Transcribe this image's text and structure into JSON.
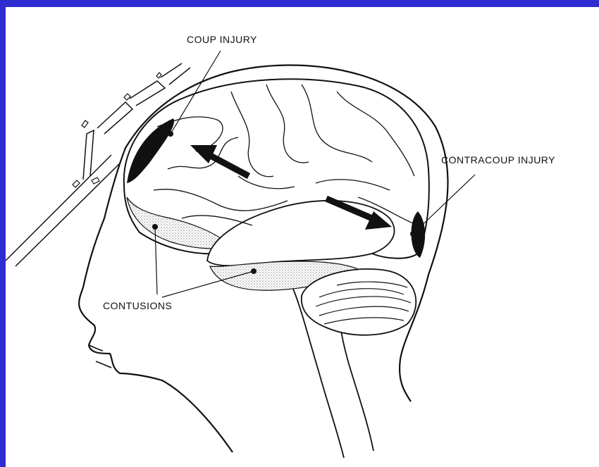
{
  "labels": {
    "coup": "COUP INJURY",
    "contracoup": "CONTRACOUP INJURY",
    "contusions": "CONTUSIONS"
  },
  "colors": {
    "background_border": "#2e2bd0",
    "canvas": "#ffffff",
    "ink": "#111111",
    "shading": "#b9b9b9"
  }
}
